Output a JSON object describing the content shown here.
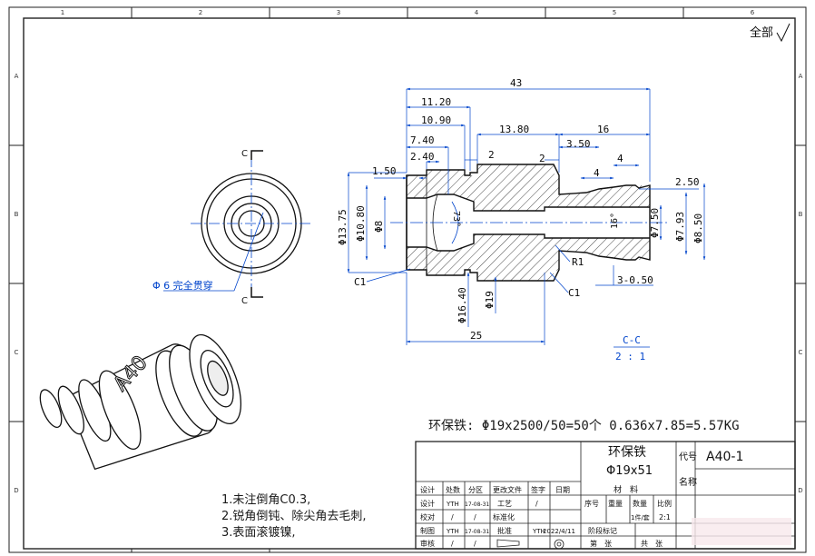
{
  "sheet": {
    "columns": [
      "1",
      "2",
      "3",
      "4",
      "5",
      "6"
    ],
    "rows": [
      "A",
      "B",
      "C",
      "D"
    ],
    "surface_finish": "全部"
  },
  "front_view": {
    "section_mark": "C",
    "hole_label": "Φ 6 完全贯穿"
  },
  "section_view": {
    "title": "C-C",
    "scale": "2 : 1",
    "dims": {
      "len_43": "43",
      "len_11_20": "11.20",
      "len_10_90": "10.90",
      "len_13_80": "13.80",
      "len_16": "16",
      "len_7_40": "7.40",
      "len_2_40": "2.40",
      "len_2_a": "2",
      "len_2_b": "2",
      "len_3_50": "3.50",
      "len_4_a": "4",
      "len_4_b": "4",
      "len_1_50": "1.50",
      "len_2_50": "2.50",
      "len_25": "25",
      "dia_13_75": "Φ13.75",
      "dia_10_80": "Φ10.80",
      "dia_8": "Φ8",
      "dia_16_40": "Φ16.40",
      "dia_19": "Φ19",
      "dia_7_50": "Φ7.50",
      "dia_7_93": "Φ7.93",
      "dia_8_50": "Φ8.50",
      "angle_73": "73°",
      "angle_16": "16°",
      "chamfer_left": "C1",
      "chamfer_right": "C1",
      "radius": "R1",
      "groove": "3-0.50"
    }
  },
  "iso_view": {
    "engraving": "A40"
  },
  "material_note": "环保铁: Φ19x2500/50=50个 0.636x7.85=5.57KG",
  "notes": [
    "1.未注倒角C0.3,",
    "2.锐角倒钝、除尖角去毛刺,",
    "3.表面滚镀镍,"
  ],
  "title_block": {
    "material_name": "环保铁",
    "material_spec": "Φ19x51",
    "code_label": "代号",
    "code": "A40-1",
    "name_label": "名称",
    "headers": [
      "设计",
      "处数",
      "分区",
      "更改文件",
      "签字",
      "日期"
    ],
    "rows": [
      [
        "设计",
        "YTH",
        "17-08-31",
        "工艺",
        "/",
        ""
      ],
      [
        "校对",
        "/",
        "/",
        "标准化",
        "",
        ""
      ],
      [
        "制图",
        "YTH",
        "17-08-31",
        "批准",
        "YTH",
        "2022/4/11"
      ],
      [
        "审核",
        "/",
        "/",
        "",
        "",
        ""
      ]
    ],
    "material_col": "材　料",
    "meta_headers": [
      "序号",
      "重量",
      "数量",
      "比例"
    ],
    "meta_values": [
      "",
      "",
      "1件/套",
      "2:1"
    ],
    "stage": "阶段标记",
    "sheet_word": "第　张",
    "total_word": "共　张"
  }
}
